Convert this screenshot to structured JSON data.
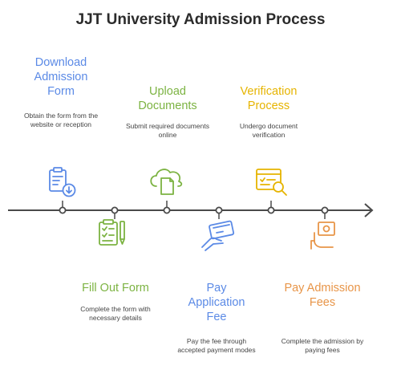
{
  "title": "JJT University Admission Process",
  "colors": {
    "blue": "#5b8ae6",
    "green": "#7cb342",
    "yellow": "#e6b400",
    "orange": "#e89548",
    "line": "#4a4a4a"
  },
  "steps": [
    {
      "title": "Download Admission Form",
      "desc": "Obtain the form from the website or reception",
      "icon": "document-download-icon",
      "color": "blue"
    },
    {
      "title": "Fill Out Form",
      "desc": "Complete the form with necessary details",
      "icon": "form-pen-icon",
      "color": "green"
    },
    {
      "title": "Upload Documents",
      "desc": "Submit required documents online",
      "icon": "cloud-upload-icon",
      "color": "green"
    },
    {
      "title": "Pay Application Fee",
      "desc": "Pay the fee through accepted payment modes",
      "icon": "payment-card-icon",
      "color": "blue"
    },
    {
      "title": "Verification Process",
      "desc": "Undergo document verification",
      "icon": "verification-search-icon",
      "color": "yellow"
    },
    {
      "title": "Pay Admission Fees",
      "desc": "Complete the admission by paying fees",
      "icon": "money-hand-icon",
      "color": "orange"
    }
  ]
}
